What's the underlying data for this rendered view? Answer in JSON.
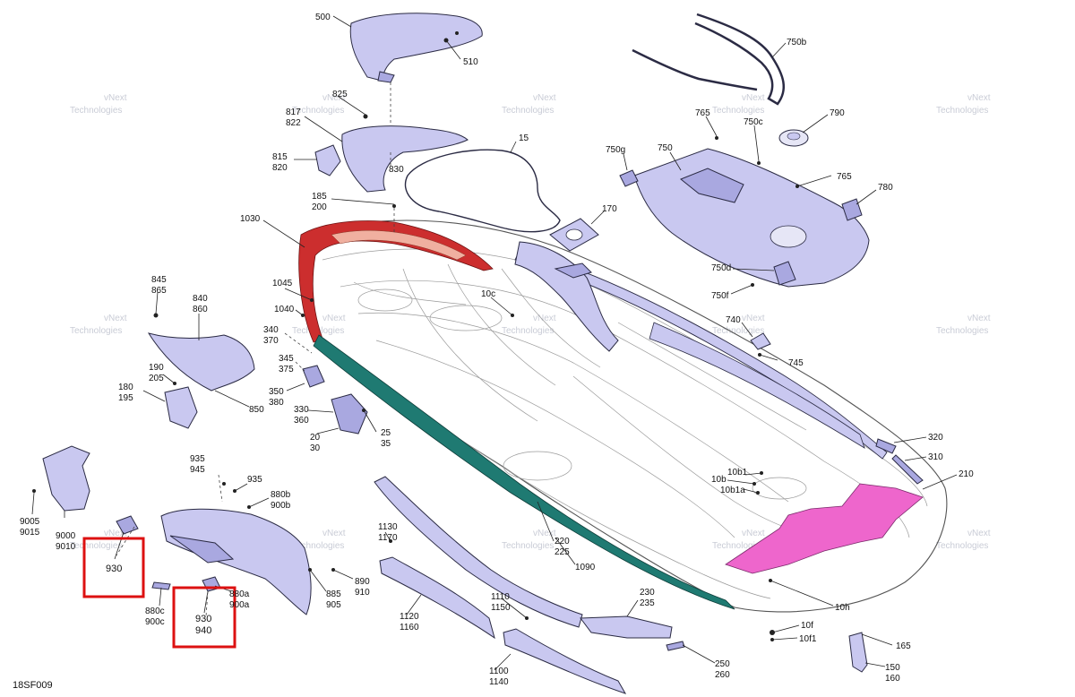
{
  "diagram_code": "18SF009",
  "watermark": {
    "line1": "vNext",
    "line2": "Technologies"
  },
  "colors": {
    "part_fill": "#c9c8f0",
    "bumper_red": "#cc2e2e",
    "rail_teal": "#1f7a72",
    "mat_pink": "#ee66cc",
    "highlight_box": "#dd1111"
  },
  "highlighted_labels": [
    "930",
    "930 / 940"
  ],
  "labels": {
    "l500": "500",
    "l510": "510",
    "l825": "825",
    "l817": "817",
    "l822": "822",
    "l830": "830",
    "l815": "815",
    "l820": "820",
    "l15": "15",
    "l185": "185",
    "l200": "200",
    "l170": "170",
    "l750b": "750b",
    "l765a": "765",
    "l750c": "750c",
    "l790": "790",
    "l750g": "750g",
    "l750": "750",
    "l765b": "765",
    "l780": "780",
    "l1030": "1030",
    "l750d": "750d",
    "l750f": "750f",
    "l740": "740",
    "l745": "745",
    "l845": "845",
    "l865": "865",
    "l840": "840",
    "l860": "860",
    "l1045": "1045",
    "l1040": "1040",
    "l10c": "10c",
    "l340": "340",
    "l370": "370",
    "l345": "345",
    "l375": "375",
    "l190": "190",
    "l205": "205",
    "l180": "180",
    "l195": "195",
    "l850": "850",
    "l350": "350",
    "l380": "380",
    "l330": "330",
    "l360": "360",
    "l25": "25",
    "l35": "35",
    "l20": "20",
    "l30": "30",
    "l320": "320",
    "l310": "310",
    "l210": "210",
    "l10b1": "10b1",
    "l10b": "10b",
    "l10b1a": "10b1a",
    "l935a": "935",
    "l945": "945",
    "l935b": "935",
    "l880b": "880b",
    "l900b": "900b",
    "l9005": "9005",
    "l9015": "9015",
    "l9000": "9000",
    "l9010": "9010",
    "l1130": "1130",
    "l1170": "1170",
    "l220": "220",
    "l225": "225",
    "l1090": "1090",
    "l930a": "930",
    "l890": "890",
    "l910": "910",
    "l880a": "880a",
    "l900a": "900a",
    "l885": "885",
    "l905": "905",
    "l880c": "880c",
    "l900c": "900c",
    "l930b": "930",
    "l940": "940",
    "l1110": "1110",
    "l1150": "1150",
    "l230": "230",
    "l235": "235",
    "l10h": "10h",
    "l1120": "1120",
    "l1160": "1160",
    "l10f": "10f",
    "l10f1": "10f1",
    "l165": "165",
    "l250": "250",
    "l260": "260",
    "l1100": "1100",
    "l1140": "1140",
    "l150": "150",
    "l160": "160"
  }
}
